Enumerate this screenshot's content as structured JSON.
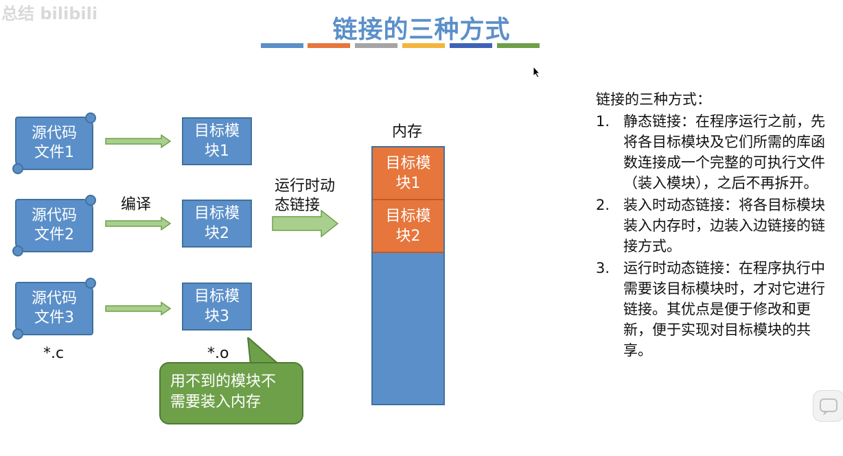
{
  "watermark": "总结 bilibili",
  "title": "链接的三种方式",
  "title_color": "#5b8fc9",
  "color_bars": [
    "#5b8fc9",
    "#e6763c",
    "#a5a5a5",
    "#f2b63c",
    "#3f62b8",
    "#6ea04a"
  ],
  "sources": [
    {
      "line1": "源代码",
      "line2": "文件1"
    },
    {
      "line1": "源代码",
      "line2": "文件2"
    },
    {
      "line1": "源代码",
      "line2": "文件3"
    }
  ],
  "modules": [
    {
      "line1": "目标模",
      "line2": "块1"
    },
    {
      "line1": "目标模",
      "line2": "块2"
    },
    {
      "line1": "目标模",
      "line2": "块3"
    }
  ],
  "compile_label": "编译",
  "source_ext": "*.c",
  "module_ext": "*.o",
  "link_label": {
    "line1": "运行时动",
    "line2": "态链接"
  },
  "memory": {
    "label": "内存",
    "blocks": [
      {
        "line1": "目标模",
        "line2": "块1"
      },
      {
        "line1": "目标模",
        "line2": "块2"
      }
    ]
  },
  "callout": {
    "line1": "用不到的模块不",
    "line2": "需要装入内存"
  },
  "side": {
    "heading": "链接的三种方式：",
    "items": [
      {
        "num": "1.",
        "text": "静态链接：在程序运行之前，先将各目标模块及它们所需的库函数连接成一个完整的可执行文件（装入模块），之后不再拆开。"
      },
      {
        "num": "2.",
        "text": "装入时动态链接：将各目标模块装入内存时，边装入边链接的链接方式。"
      },
      {
        "num": "3.",
        "text": "运行时动态链接：在程序执行中需要该目标模块时，才对它进行链接。其优点是便于修改和更新，便于实现对目标模块的共享。"
      }
    ]
  }
}
